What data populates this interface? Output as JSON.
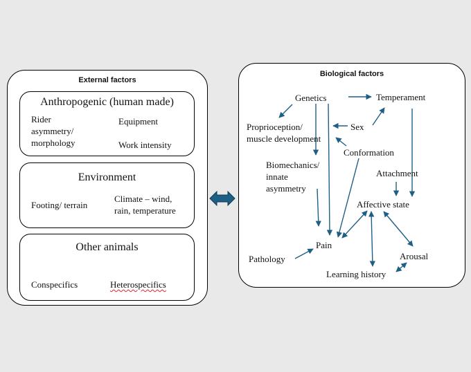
{
  "external": {
    "title": "External factors",
    "anthropogenic": {
      "heading": "Anthropogenic (human made)",
      "rider": [
        "Rider",
        "asymmetry/",
        "morphology"
      ],
      "equipment": "Equipment",
      "work_intensity": "Work intensity"
    },
    "environment": {
      "heading": "Environment",
      "footing": "Footing/ terrain",
      "climate": [
        "Climate – wind,",
        "rain, temperature"
      ]
    },
    "other_animals": {
      "heading": "Other animals",
      "conspecifics": "Conspecifics",
      "heterospecifics": "Heterospecifics"
    }
  },
  "biological": {
    "title": "Biological factors",
    "genetics": "Genetics",
    "temperament": "Temperament",
    "proprioception": [
      "Proprioception/",
      "muscle development"
    ],
    "sex": "Sex",
    "conformation": "Conformation",
    "biomechanics": [
      "Biomechanics/",
      "innate",
      "asymmetry"
    ],
    "attachment": "Attachment",
    "affective_state": "Affective state",
    "pain": "Pain",
    "pathology": "Pathology",
    "arousal": "Arousal",
    "learning_history": "Learning history"
  },
  "colors": {
    "arrow": "#1f5f85",
    "double_arrow": "#1e5f86",
    "border": "#000000",
    "background": "#e9e9e9"
  }
}
